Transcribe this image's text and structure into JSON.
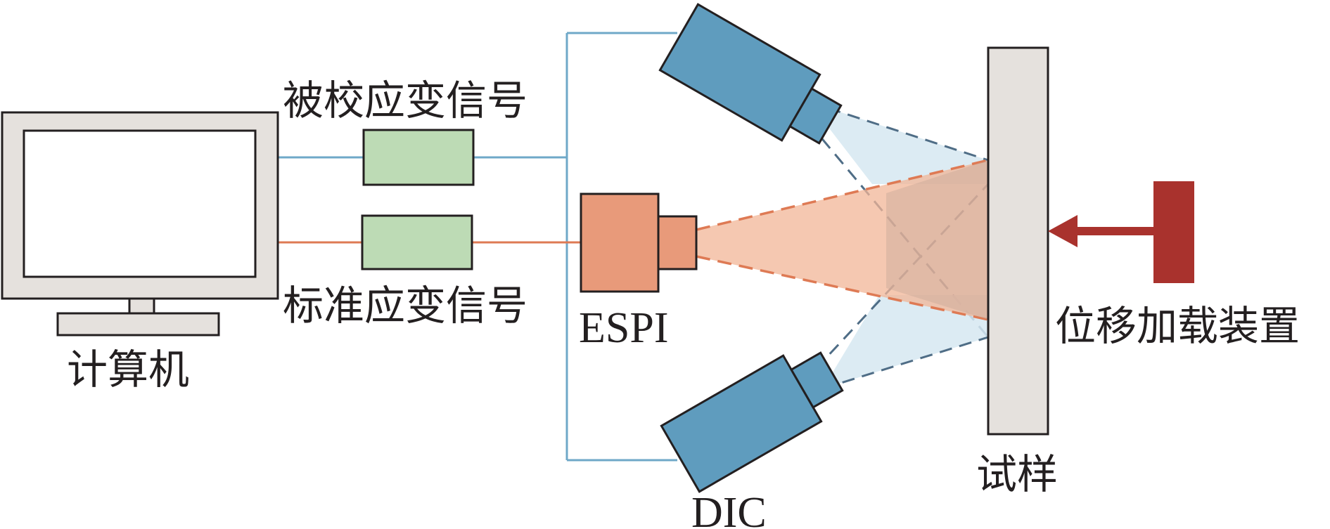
{
  "labels": {
    "computer": "计算机",
    "calibrated_signal": "被校应变信号",
    "standard_signal": "标准应变信号",
    "espi": "ESPI",
    "dic": "DIC",
    "specimen": "试样",
    "loading_device": "位移加载装置"
  },
  "colors": {
    "blue_line": "#6fa8c8",
    "orange_line": "#de7a54",
    "camera_blue": "#5f9cbe",
    "espi_orange": "#e89a7a",
    "amplifier_green": "#bddbb5",
    "specimen_gray": "#e5e1dd",
    "loader_red": "#a9322d",
    "dic_beam": "#d6e8f1",
    "espi_beam": "#f1b597"
  }
}
